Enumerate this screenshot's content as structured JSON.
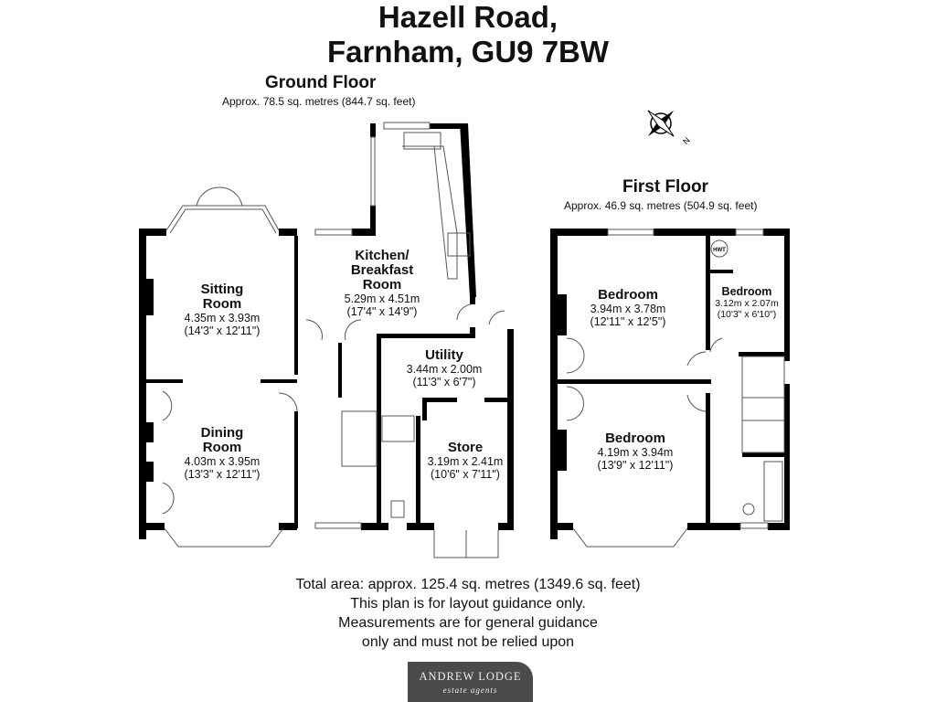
{
  "title": {
    "line1": "Hazell Road,",
    "line2": "Farnham, GU9 7BW"
  },
  "ground_floor": {
    "title": "Ground Floor",
    "area": "Approx. 78.5 sq. metres (844.7 sq. feet)",
    "rooms": [
      {
        "name": "Sitting Room",
        "line1": "Sitting",
        "line2": "Room",
        "metric": "4.35m x 3.93m",
        "imperial": "(14'3\" x 12'11\")"
      },
      {
        "name": "Dining Room",
        "line1": "Dining",
        "line2": "Room",
        "metric": "4.03m x 3.95m",
        "imperial": "(13'3\" x 12'11\")"
      },
      {
        "name": "Kitchen/Breakfast Room",
        "line1": "Kitchen/",
        "line2": "Breakfast",
        "line3": "Room",
        "metric": "5.29m x 4.51m",
        "imperial": "(17'4\" x 14'9\")"
      },
      {
        "name": "Utility",
        "line1": "Utility",
        "metric": "3.44m x 2.00m",
        "imperial": "(11'3\" x 6'7\")"
      },
      {
        "name": "Store",
        "line1": "Store",
        "metric": "3.19m x 2.41m",
        "imperial": "(10'6\" x 7'11\")"
      }
    ]
  },
  "first_floor": {
    "title": "First Floor",
    "area": "Approx. 46.9 sq. metres (504.9 sq. feet)",
    "hwt_label": "HWT",
    "rooms": [
      {
        "name": "Bedroom",
        "metric": "3.94m x 3.78m",
        "imperial": "(12'11\" x 12'5\")"
      },
      {
        "name": "Bedroom",
        "metric": "3.12m x 2.07m",
        "imperial": "(10'3\" x 6'10\")"
      },
      {
        "name": "Bedroom",
        "metric": "4.19m x 3.94m",
        "imperial": "(13'9\" x 12'11\")"
      }
    ]
  },
  "compass": {
    "label": "N"
  },
  "footer": {
    "total": "Total area: approx. 125.4 sq. metres (1349.6 sq. feet)",
    "line2": "This plan is for layout guidance only.",
    "line3": "Measurements are for general guidance",
    "line4": "only and must not be relied upon"
  },
  "logo": {
    "name": "ANDREW LODGE",
    "tagline": "estate agents"
  },
  "colors": {
    "wall": "#000000",
    "logo_bg": "#4b4a4c"
  }
}
